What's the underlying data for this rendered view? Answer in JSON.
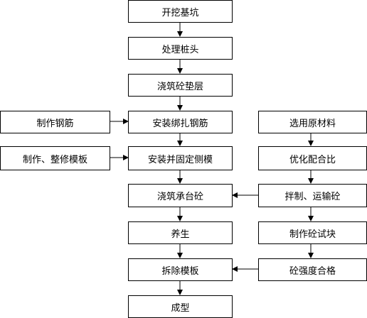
{
  "diagram": {
    "line_color": "#000000",
    "nodes": {
      "excavate": "开挖基坑",
      "pile_head": "处理桩头",
      "cushion": "浇筑砼垫层",
      "rebar_install": "安装绑扎钢筋",
      "side_form": "安装并固定侧模",
      "pour_cap": "浇筑承台砼",
      "cure": "养生",
      "demold": "拆除模板",
      "finish": "成型",
      "make_rebar": "制作钢筋",
      "make_form": "制作、整修模板",
      "materials": "选用原材料",
      "mix_opt": "优化配合比",
      "mix_transport": "拌制、运输砼",
      "test_block": "制作砼试块",
      "strength_ok": "砼强度合格"
    }
  }
}
